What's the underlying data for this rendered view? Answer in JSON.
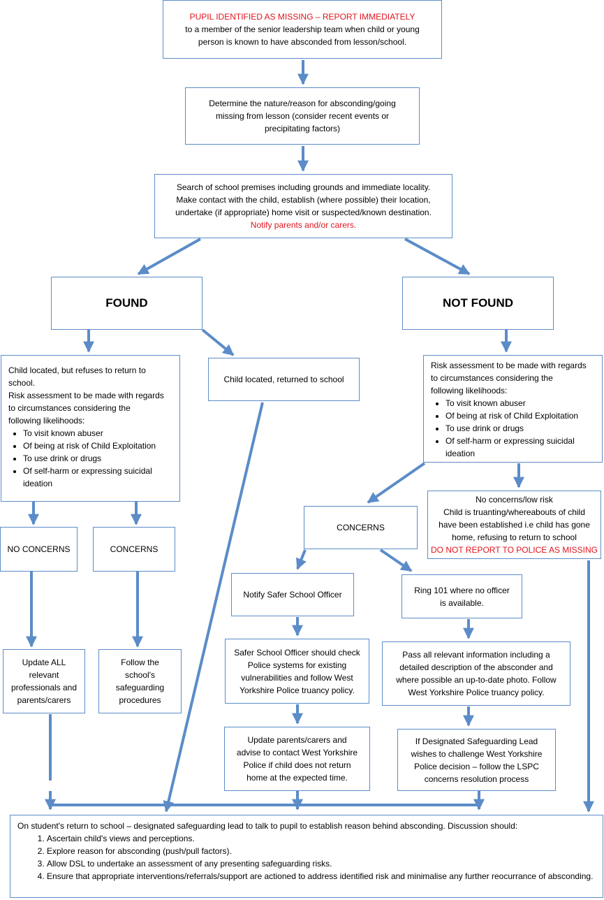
{
  "colors": {
    "line": "#5b8cc8",
    "alert": "#e0141e",
    "border": "#5b8cc8"
  },
  "top": {
    "alert": "PUPIL IDENTIFIED AS MISSING – REPORT IMMEDIATELY",
    "line2": "to a member of the senior leadership team when child or young",
    "line3": "person is known to have absconded from lesson/school."
  },
  "determine": {
    "line1": "Determine the nature/reason for absconding/going",
    "line2": "missing from lesson (consider recent events or",
    "line3": "precipitating factors)"
  },
  "search": {
    "line1": "Search of school premises including grounds and immediate locality.",
    "line2": "Make contact with the child, establish (where possible) their location,",
    "line3": "undertake (if appropriate) home visit or suspected/known destination.",
    "alert": "Notify parents and/or carers."
  },
  "found": {
    "label": "FOUND"
  },
  "not_found": {
    "label": "NOT FOUND"
  },
  "found_refuses": {
    "line1": "Child located, but refuses to return to",
    "line2": "school.",
    "line3": "Risk assessment to be made with regards",
    "line4": "to circumstances considering the",
    "line5": "following likelihoods:",
    "bullets": [
      "To visit known abuser",
      "Of being at risk of Child Exploitation",
      "To use drink or drugs",
      "Of self-harm or expressing suicidal",
      "ideation"
    ]
  },
  "found_returned": {
    "label": "Child located, returned to school"
  },
  "notfound_risk": {
    "line1": "Risk assessment to be made with regards",
    "line2": "to circumstances considering the",
    "line3": "following likelihoods:",
    "bullets": [
      "To visit known abuser",
      "Of being at risk of Child Exploitation",
      "To use drink or drugs",
      "Of self-harm or expressing suicidal",
      "ideation"
    ]
  },
  "no_concerns_left": {
    "label": "NO CONCERNS"
  },
  "concerns_left": {
    "label": "CONCERNS"
  },
  "concerns_mid": {
    "label": "CONCERNS"
  },
  "low_risk": {
    "line1": "No concerns/low risk",
    "line2": "Child is truanting/whereabouts of child",
    "line3": "have been established i.e child has gone",
    "line4": "home, refusing to return to school",
    "alert": "DO NOT REPORT TO POLICE AS MISSING"
  },
  "update_all": {
    "line1": "Update ALL",
    "line2": "relevant",
    "line3": "professionals and",
    "line4": "parents/carers"
  },
  "follow_school": {
    "line1": "Follow the",
    "line2": "school's",
    "line3": "safeguarding",
    "line4": "procedures"
  },
  "notify_sso": {
    "label": "Notify Safer School Officer"
  },
  "ring_101": {
    "line1": "Ring 101 where no officer",
    "line2": "is available."
  },
  "sso_check": {
    "line1": "Safer School Officer should check",
    "line2": "Police systems for existing",
    "line3": "vulnerabilities and follow West",
    "line4": "Yorkshire Police truancy policy."
  },
  "pass_info": {
    "line1": "Pass all relevant information including a",
    "line2": "detailed description of the absconder and",
    "line3": "where possible an up-to-date photo.  Follow",
    "line4": "West Yorkshire Police truancy policy."
  },
  "update_parents": {
    "line1": "Update parents/carers and",
    "line2": "advise to contact West Yorkshire",
    "line3": "Police if child does not return",
    "line4": "home at the expected time."
  },
  "dsl_challenge": {
    "line1": "If Designated Safeguarding Lead",
    "line2": "wishes to challenge West Yorkshire",
    "line3": "Police decision – follow the LSPC",
    "line4": "concerns resolution process"
  },
  "bottom": {
    "intro": "On student's return to school – designated safeguarding lead to talk to pupil to establish reason behind absconding.  Discussion should:",
    "items": [
      "Ascertain child's views and perceptions.",
      "Explore reason for absconding (push/pull factors).",
      "Allow DSL to undertake an assessment of any presenting safeguarding risks.",
      "Ensure that appropriate interventions/referrals/support are actioned to address identified risk and minimalise any further reocurrance of absconding."
    ]
  }
}
